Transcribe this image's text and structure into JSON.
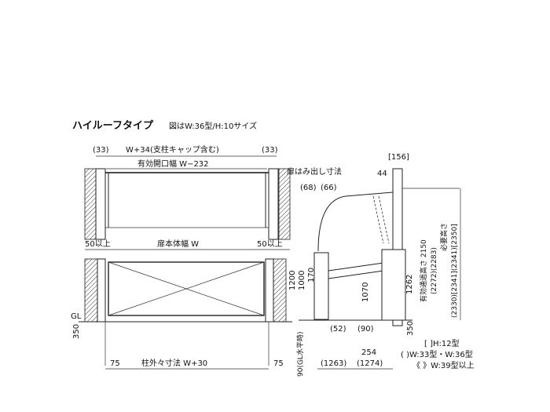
{
  "title": {
    "main": "ハイルーフタイプ",
    "sub": "図はW:36型/H:10サイズ"
  },
  "plan": {
    "left_gap": "(33)",
    "right_gap": "(33)",
    "overall": "W+34(支柱キャップ含む)",
    "opening": "有効開口幅 W−232",
    "min_left": "50以上",
    "min_right": "50以上",
    "door_width": "扉本体幅 W"
  },
  "elevation": {
    "gl": "GL",
    "h350": "350",
    "h1000": "1000",
    "h1200": "1200",
    "left_75": "75",
    "right_75": "75",
    "post_outer": "柱外々寸法 W+30"
  },
  "side": {
    "protrude_label": "扉はみ出し寸法",
    "p68": "(68)",
    "p66": "(66)",
    "top156": "[156]",
    "v44": "44",
    "h170": "170",
    "h1070": "1070",
    "h1262": "1262",
    "h350": "350",
    "w52": "(52)",
    "w90": "(90)",
    "w254": "254",
    "w1263": "(1263)",
    "w1274": "(1274)",
    "gl_level": "90(GL水平時)",
    "eff_height": "有効通過高さ 2150",
    "eff_height_alt": "(2272)(2283)",
    "req_height": "必要高さ",
    "req_height_alt": "(2330)[2341](2341)[2350]"
  },
  "legend": {
    "h12": "[ ]H:12型",
    "w33_36": "( )W:33型・W:36型",
    "w39": "《 》W:39型以上"
  }
}
